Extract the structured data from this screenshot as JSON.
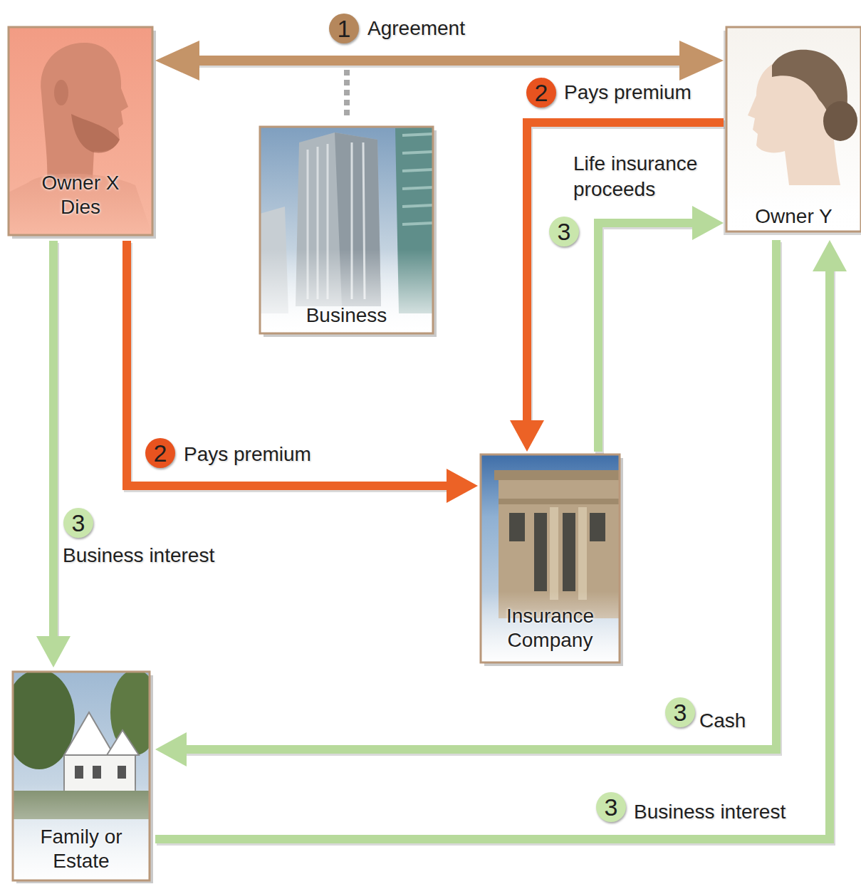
{
  "diagram": {
    "nodes": [
      {
        "text": [
          "Owner X Dies"
        ]
      },
      {
        "text": [
          "Owner Y"
        ]
      },
      {
        "text": [
          "Business"
        ]
      },
      {
        "text": [
          "Insurance Company"
        ]
      },
      {
        "text": [
          "Family or Estate"
        ]
      }
    ],
    "edges": [
      {
        "from": 0,
        "to": 1,
        "arrow": "both",
        "label": "Agreement"
      },
      {
        "from": 1,
        "to": 3,
        "arrow": "to",
        "label": "Pays premium"
      },
      {
        "from": 3,
        "to": 1,
        "arrow": "to",
        "label": "Life insurance proceeds"
      },
      {
        "from": 0,
        "to": 3,
        "arrow": "to",
        "label": "Pays premium"
      },
      {
        "from": 0,
        "to": 4,
        "arrow": "to",
        "label": "Business interest"
      },
      {
        "from": 1,
        "to": 4,
        "arrow": "to",
        "label": "Cash"
      },
      {
        "from": 4,
        "to": 1,
        "arrow": "to",
        "label": "Business interest"
      }
    ],
    "labels": [
      "1",
      "2",
      "3",
      "2",
      "3",
      "3",
      "3"
    ]
  }
}
